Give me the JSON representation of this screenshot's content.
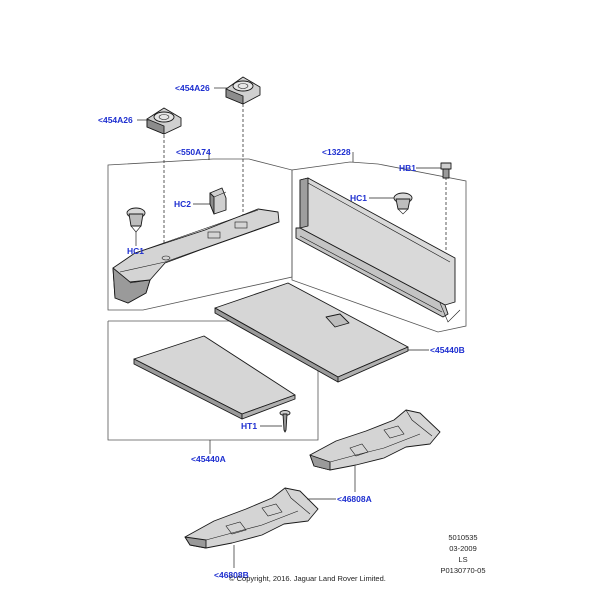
{
  "diagram": {
    "callouts": {
      "c454a26_top": "<454A26",
      "c454a26_left": "<454A26",
      "c550a74": "<550A74",
      "c13228": "<13228",
      "hb1": "HB1",
      "hc1_right": "HC1",
      "hc2": "HC2",
      "hc1_left": "HC1",
      "c45440b": "<45440B",
      "ht1": "HT1",
      "c45440a": "<45440A",
      "c46808a": "<46808A",
      "c46808b": "<46808B"
    },
    "stamp": {
      "line1": "5010535",
      "line2": "03-2009",
      "line3": "LS",
      "line4": "P0130770-05"
    },
    "copyright": "© Copyright, 2016. Jaguar Land Rover Limited."
  },
  "colors": {
    "callout": "#1e2fd0",
    "part_fill": "#d9d9d9",
    "part_dark": "#8c8c8c",
    "line": "#1a1a1a"
  }
}
